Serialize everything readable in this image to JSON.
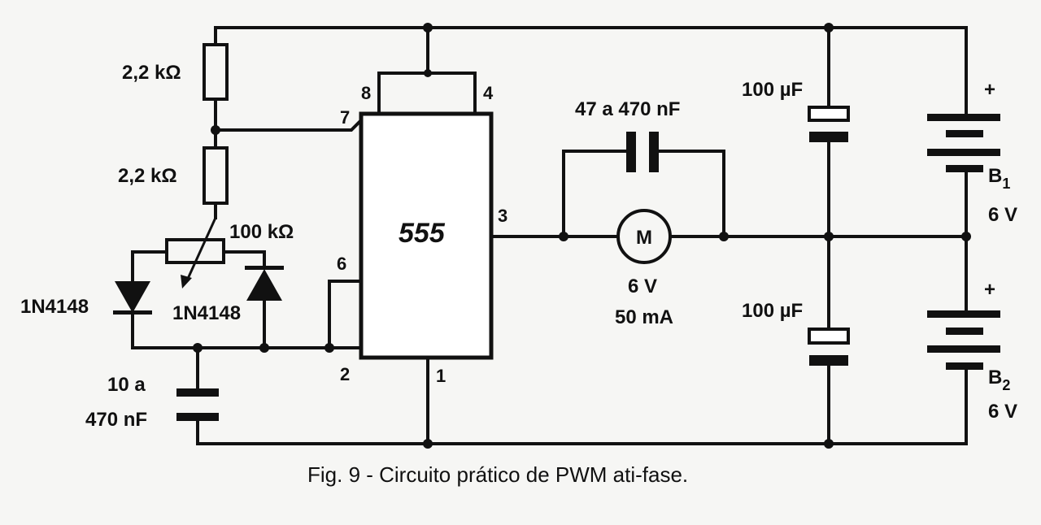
{
  "components": {
    "r1": {
      "value": "2,2 kΩ"
    },
    "r2": {
      "value": "2,2 kΩ"
    },
    "pot": {
      "value": "100 kΩ"
    },
    "d1": {
      "part": "1N4148"
    },
    "d2": {
      "part": "1N4148"
    },
    "c_timing": {
      "value_line1": "10 a",
      "value_line2": "470 nF"
    },
    "c_motor": {
      "value": "47 a 470 nF"
    },
    "c_top": {
      "value": "100 µF"
    },
    "c_bottom": {
      "value": "100 µF"
    },
    "ic": {
      "label": "555",
      "pins": {
        "p8": "8",
        "p4": "4",
        "p7": "7",
        "p6": "6",
        "p2": "2",
        "p1": "1",
        "p3": "3"
      }
    },
    "motor": {
      "symbol": "M",
      "voltage": "6 V",
      "current": "50 mA"
    },
    "b1": {
      "plus": "+",
      "name": "B",
      "sub": "1",
      "voltage": "6 V"
    },
    "b2": {
      "plus": "+",
      "name": "B",
      "sub": "2",
      "voltage": "6 V"
    }
  },
  "caption": "Fig. 9 - Circuito prático de PWM ati-fase."
}
